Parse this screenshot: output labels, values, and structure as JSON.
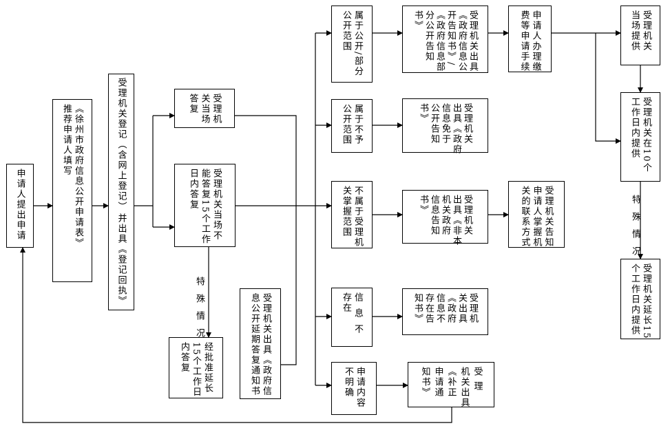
{
  "boxes": {
    "applicant_submit": "申请人提出申请",
    "form": [
      "《徐州市政府信息公开申请表》",
      "推荐申请人填写"
    ],
    "register": [
      "受理机关登记（含网上登记）",
      "并出具《登记回执》"
    ],
    "onsite_reply": [
      "受理机",
      "关当场",
      "答复"
    ],
    "reply_15days": [
      "受理机关当场不",
      "能答复15个工作",
      "日内答复"
    ],
    "extend_15": [
      "经批准延长",
      "15个工作日",
      "内答复"
    ],
    "extension_notice": [
      "受理机关出具《政府信",
      "息公开延期答复通知书"
    ],
    "disclosure_scope": [
      "属于公开/部分",
      "公开范围"
    ],
    "disclosure_notice": [
      "受理机关出具",
      "《政府信息公",
      "开告知书》/",
      "《政府信息部",
      "分公开告知",
      "书》"
    ],
    "fee_procedure": [
      "申请人办理缴",
      "费等申请手续"
    ],
    "onsite_provide": [
      "受理机关",
      "当场提供"
    ],
    "provide_10days": [
      "受理机关在10个",
      "工作日内提供"
    ],
    "provide_15days": [
      "受理机关延长15",
      "个工作日内提供"
    ],
    "non_disclosure_scope": [
      "属于不予",
      "公开范围"
    ],
    "exempt_notice": [
      "受理机关",
      "出具《政府",
      "信息免于",
      "公开告知",
      "书》"
    ],
    "not_in_scope": [
      "不属于受理机",
      "关掌握范围"
    ],
    "not_in_scope_notice": [
      "受理机关",
      "出具《非本",
      "机关政府",
      "信息告知",
      "书》"
    ],
    "contact_inform": [
      "受理机关告知",
      "申请人掌握机",
      "关的联系方式"
    ],
    "info_nonexistent": [
      "信息不",
      "存在"
    ],
    "nonexistent_notice": [
      "受理机",
      "关出具",
      "《政府",
      "信息不",
      "存在告",
      "知书》"
    ],
    "unclear": [
      "申请内容",
      "不明确"
    ],
    "correction_notice": [
      "受理",
      "机关出具",
      "《补正",
      "申请通",
      "知书》"
    ]
  },
  "labels": {
    "special_left": "特殊情况",
    "special_right": "特殊情况"
  },
  "colors": {
    "line": "#000000",
    "box_border": "#000000",
    "background": "#ffffff"
  }
}
